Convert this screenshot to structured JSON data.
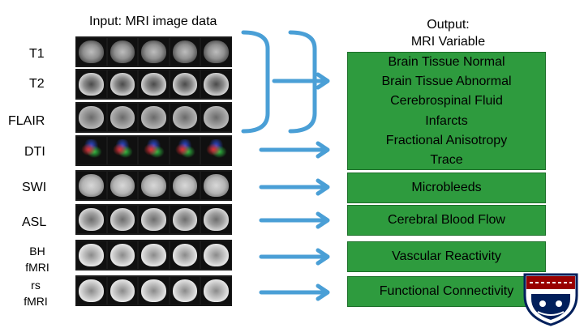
{
  "header": {
    "input_title": "Input: MRI image data",
    "output_title_line1": "Output:",
    "output_title_line2": "MRI Variable"
  },
  "modalities": [
    {
      "label": "T1"
    },
    {
      "label": "T2"
    },
    {
      "label": "FLAIR"
    },
    {
      "label": "DTI"
    },
    {
      "label": "SWI"
    },
    {
      "label": "ASL"
    },
    {
      "label_line1": "BH",
      "label_line2": "fMRI"
    },
    {
      "label_line1": "rs",
      "label_line2": "fMRI"
    }
  ],
  "outputs": {
    "grouped": [
      "Brain Tissue Normal",
      "Brain Tissue Abnormal",
      "Cerebrospinal Fluid",
      "Infarcts",
      "Fractional Anisotropy",
      "Trace"
    ],
    "microbleeds": "Microbleeds",
    "cbf": "Cerebral Blood Flow",
    "vascular": "Vascular Reactivity",
    "connectivity": "Functional Connectivity"
  },
  "colors": {
    "accent_arrow": "#4a9fd6",
    "box_green": "#2e9b3e",
    "logo_red": "#990000",
    "logo_blue": "#011f5b"
  }
}
